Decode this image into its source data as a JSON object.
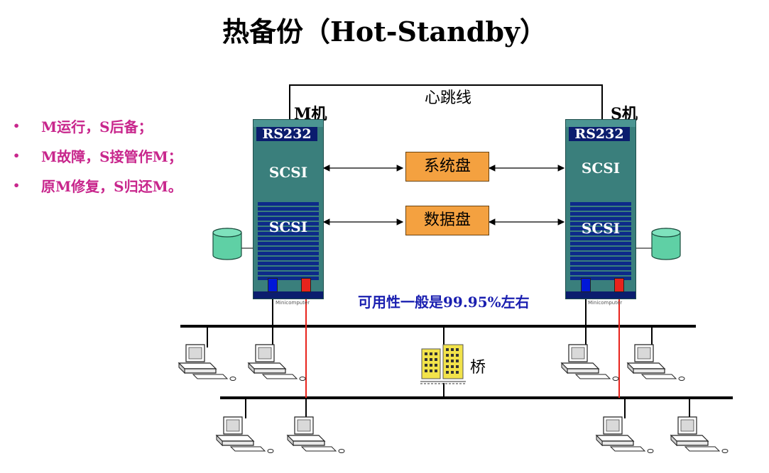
{
  "title": "热备份（Hot-Standby）",
  "bullets": [
    "M运行，S后备；",
    "M故障，S接管作M；",
    "原M修复，S归还M。"
  ],
  "heartbeat_label": "心跳线",
  "master": {
    "label": "M机",
    "rs232": "RS232",
    "scsi_top": "SCSI",
    "scsi_bottom": "SCSI",
    "model": "Minicomputer"
  },
  "slave": {
    "label": "S机",
    "rs232": "RS232",
    "scsi_top": "SCSI",
    "scsi_bottom": "SCSI",
    "model": "Minicomputer"
  },
  "system_disk": "系统盘",
  "data_disk": "数据盘",
  "availability": "可用性一般是99.95%左右",
  "bridge_label": "桥",
  "colors": {
    "bullet": "#c8268c",
    "server": "#3a7f7c",
    "disk": "#f4a140",
    "availability": "#1a1fb0",
    "red_link": "#e8231c",
    "blue_port": "#0018d8"
  }
}
